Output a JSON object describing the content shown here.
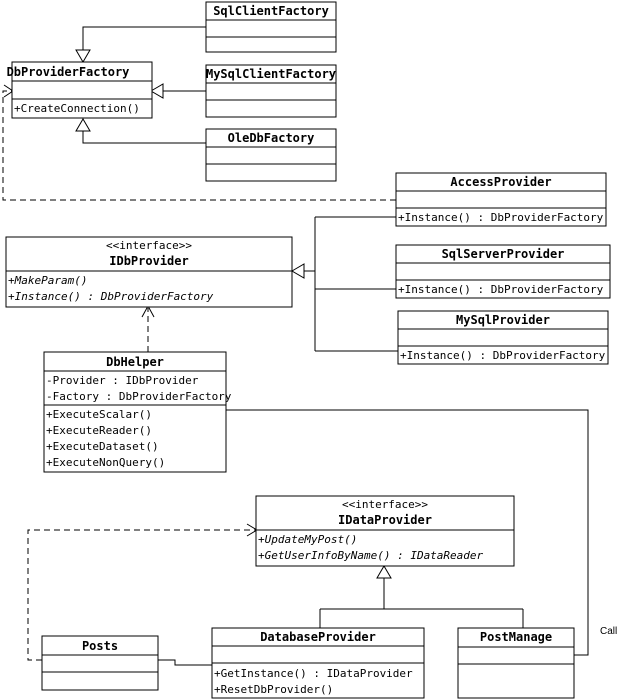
{
  "classes": {
    "sqlclientfactory": {
      "name": "SqlClientFactory"
    },
    "dbproviderfactory": {
      "name": "DbProviderFactory",
      "methods": [
        "+CreateConnection()"
      ]
    },
    "mysqlclientfactory": {
      "name": "MySqlClientFactory"
    },
    "oledbfactory": {
      "name": "OleDbFactory"
    },
    "accessprovider": {
      "name": "AccessProvider",
      "methods": [
        "+Instance() : DbProviderFactory"
      ]
    },
    "idbprovider": {
      "stereotype": "<<interface>>",
      "name": "IDbProvider",
      "methods": [
        "+MakeParam()",
        "+Instance() : DbProviderFactory"
      ]
    },
    "sqlserverprovider": {
      "name": "SqlServerProvider",
      "methods": [
        "+Instance() : DbProviderFactory"
      ]
    },
    "mysqlprovider": {
      "name": "MySqlProvider",
      "methods": [
        "+Instance() : DbProviderFactory"
      ]
    },
    "dbhelper": {
      "name": "DbHelper",
      "attributes": [
        "-Provider : IDbProvider",
        "-Factory : DbProviderFactory"
      ],
      "methods": [
        "+ExecuteScalar()",
        "+ExecuteReader()",
        "+ExecuteDataset()",
        "+ExecuteNonQuery()"
      ]
    },
    "idataprovider": {
      "stereotype": "<<interface>>",
      "name": "IDataProvider",
      "methods": [
        "+UpdateMyPost()",
        "+GetUserInfoByName() : IDataReader"
      ]
    },
    "posts": {
      "name": "Posts"
    },
    "databaseprovider": {
      "name": "DatabaseProvider",
      "methods": [
        "+GetInstance() : IDataProvider",
        "+ResetDbProvider()"
      ]
    },
    "postmanage": {
      "name": "PostManage"
    }
  },
  "labels": {
    "call": "Call"
  }
}
